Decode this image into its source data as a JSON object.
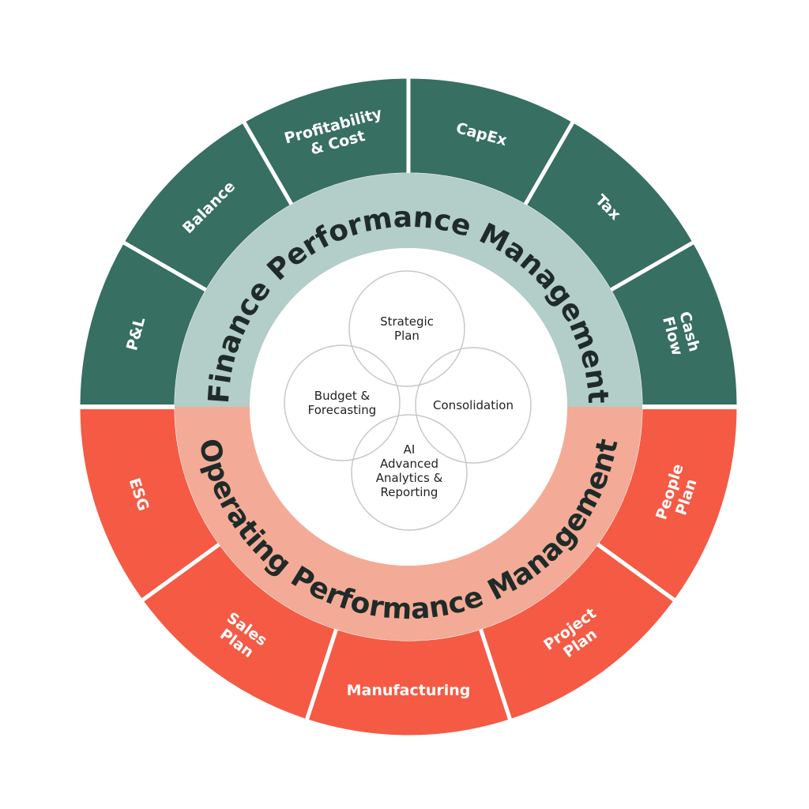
{
  "colors": {
    "finance_outer": "#376f62",
    "finance_inner": "#b3cdc8",
    "operating_outer": "#f55a44",
    "operating_inner": "#f3ab97",
    "circle_stroke": "#c8c8c8"
  },
  "finance": {
    "title": "Finance Performance Management",
    "segments": [
      {
        "lines": [
          "P&L"
        ]
      },
      {
        "lines": [
          "Balance"
        ]
      },
      {
        "lines": [
          "Profitability",
          "& Cost"
        ]
      },
      {
        "lines": [
          "CapEx"
        ]
      },
      {
        "lines": [
          "Tax"
        ]
      },
      {
        "lines": [
          "Cash",
          "Flow"
        ]
      }
    ]
  },
  "operating": {
    "title": "Operating Performance Management",
    "segments": [
      {
        "lines": [
          "ESG"
        ]
      },
      {
        "lines": [
          "Sales",
          "Plan"
        ]
      },
      {
        "lines": [
          "Manufacturing"
        ]
      },
      {
        "lines": [
          "Project",
          "Plan"
        ]
      },
      {
        "lines": [
          "People",
          "Plan"
        ]
      }
    ]
  },
  "core": [
    {
      "id": "strategic-plan",
      "lines": [
        "Strategic",
        "Plan"
      ]
    },
    {
      "id": "budget-forecasting",
      "lines": [
        "Budget &",
        "Forecasting"
      ]
    },
    {
      "id": "consolidation",
      "lines": [
        "Consolidation"
      ]
    },
    {
      "id": "ai-analytics-reporting",
      "lines": [
        "AI",
        "Advanced",
        "Analytics &",
        "Reporting"
      ]
    }
  ]
}
